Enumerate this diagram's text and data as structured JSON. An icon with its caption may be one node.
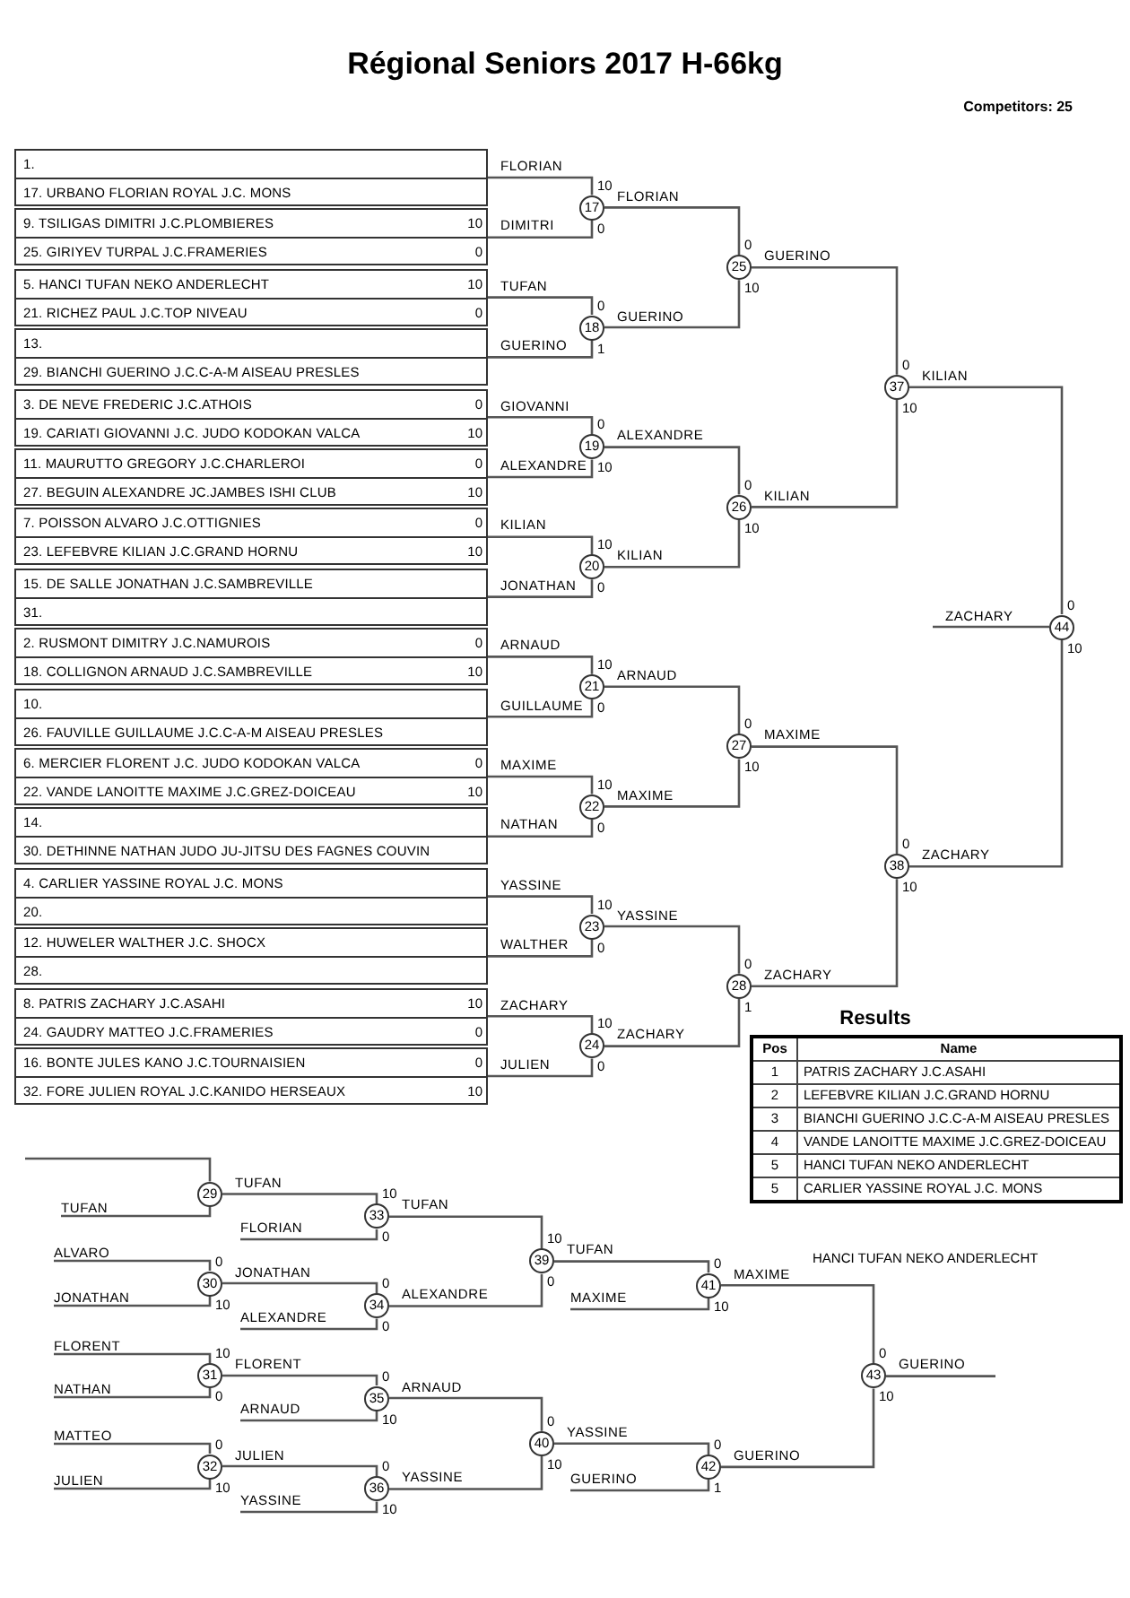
{
  "diagram": {
    "title": "Régional Seniors 2017 H-66kg",
    "nodes": [
      {
        "text": [
          "1.",
          "17. URBANO FLORIAN ROYAL J.C. MONS"
        ]
      },
      {
        "text": [
          "9. TSILIGAS DIMITRI J.C.PLOMBIERES",
          "10",
          "25. GIRIYEV TURPAL J.C.FRAMERIES",
          "0"
        ]
      },
      {
        "text": [
          "5. HANCI TUFAN NEKO ANDERLECHT",
          "10",
          "21. RICHEZ PAUL J.C.TOP NIVEAU",
          "0"
        ]
      },
      {
        "text": [
          "13.",
          "29. BIANCHI GUERINO J.C.C-A-M AISEAU PRESLES"
        ]
      },
      {
        "text": [
          "3. DE NEVE FREDERIC J.C.ATHOIS",
          "0",
          "19. CARIATI GIOVANNI J.C. JUDO KODOKAN VALCA",
          "10"
        ]
      },
      {
        "text": [
          "11. MAURUTTO GREGORY J.C.CHARLEROI",
          "0",
          "27. BEGUIN ALEXANDRE JC.JAMBES ISHI CLUB",
          "10"
        ]
      },
      {
        "text": [
          "7. POISSON ALVARO J.C.OTTIGNIES",
          "0",
          "23. LEFEBVRE KILIAN J.C.GRAND HORNU",
          "10"
        ]
      },
      {
        "text": [
          "15. DE SALLE JONATHAN J.C.SAMBREVILLE",
          "31."
        ]
      },
      {
        "text": [
          "2. RUSMONT DIMITRY J.C.NAMUROIS",
          "0",
          "18. COLLIGNON ARNAUD J.C.SAMBREVILLE",
          "10"
        ]
      },
      {
        "text": [
          "10.",
          "26. FAUVILLE GUILLAUME J.C.C-A-M AISEAU PRESLES"
        ]
      },
      {
        "text": [
          "6. MERCIER FLORENT J.C. JUDO KODOKAN VALCA",
          "0",
          "22. VANDE LANOITTE MAXIME J.C.GREZ-DOICEAU",
          "10"
        ]
      },
      {
        "text": [
          "14.",
          "30. DETHINNE NATHAN JUDO JU-JITSU DES FAGNES COUVIN"
        ]
      },
      {
        "text": [
          "4. CARLIER YASSINE ROYAL J.C. MONS",
          "20."
        ]
      },
      {
        "text": [
          "12. HUWELER WALTHER J.C. SHOCX",
          "28."
        ]
      },
      {
        "text": [
          "8. PATRIS ZACHARY J.C.ASAHI",
          "10",
          "24. GAUDRY MATTEO J.C.FRAMERIES",
          "0"
        ]
      },
      {
        "text": [
          "16. BONTE JULES KANO J.C.TOURNAISIEN",
          "0",
          "32. FORE JULIEN ROYAL J.C.KANIDO HERSEAUX",
          "10"
        ]
      },
      {
        "text": [
          "17"
        ],
        "beside": [
          "10",
          "0"
        ]
      },
      {
        "text": [
          "18"
        ],
        "beside": [
          "0",
          "1"
        ]
      },
      {
        "text": [
          "19"
        ],
        "beside": [
          "0",
          "10"
        ]
      },
      {
        "text": [
          "20"
        ],
        "beside": [
          "10",
          "0"
        ]
      },
      {
        "text": [
          "21"
        ],
        "beside": [
          "10",
          "0"
        ]
      },
      {
        "text": [
          "22"
        ],
        "beside": [
          "10",
          "0"
        ]
      },
      {
        "text": [
          "23"
        ],
        "beside": [
          "10",
          "0"
        ]
      },
      {
        "text": [
          "24"
        ],
        "beside": [
          "10",
          "0"
        ]
      },
      {
        "text": [
          "25"
        ],
        "beside": [
          "0",
          "10"
        ]
      },
      {
        "text": [
          "26"
        ],
        "beside": [
          "0",
          "10"
        ]
      },
      {
        "text": [
          "27"
        ],
        "beside": [
          "0",
          "10"
        ]
      },
      {
        "text": [
          "28"
        ],
        "beside": [
          "0",
          "1"
        ]
      },
      {
        "text": [
          "37"
        ],
        "beside": [
          "0",
          "10"
        ]
      },
      {
        "text": [
          "38"
        ],
        "beside": [
          "0",
          "10"
        ]
      },
      {
        "text": [
          "44"
        ],
        "beside": [
          "0",
          "10"
        ]
      },
      {
        "text": [
          "TUFAN"
        ]
      },
      {
        "text": [
          "ALVARO"
        ]
      },
      {
        "text": [
          "JONATHAN"
        ]
      },
      {
        "text": [
          "FLORENT"
        ]
      },
      {
        "text": [
          "NATHAN"
        ]
      },
      {
        "text": [
          "MATTEO"
        ]
      },
      {
        "text": [
          "JULIEN"
        ]
      },
      {
        "text": [
          "29"
        ]
      },
      {
        "text": [
          "30"
        ],
        "beside": [
          "0",
          "10"
        ]
      },
      {
        "text": [
          "31"
        ],
        "beside": [
          "10",
          "0"
        ]
      },
      {
        "text": [
          "32"
        ],
        "beside": [
          "0",
          "10"
        ]
      },
      {
        "text": [
          "FLORIAN"
        ]
      },
      {
        "text": [
          "ALEXANDRE"
        ]
      },
      {
        "text": [
          "ARNAUD"
        ]
      },
      {
        "text": [
          "YASSINE"
        ]
      },
      {
        "text": [
          "33"
        ],
        "beside": [
          "10",
          "0"
        ]
      },
      {
        "text": [
          "34"
        ],
        "beside": [
          "0",
          "0"
        ]
      },
      {
        "text": [
          "35"
        ],
        "beside": [
          "0",
          "10"
        ]
      },
      {
        "text": [
          "36"
        ],
        "beside": [
          "0",
          "10"
        ]
      },
      {
        "text": [
          "39"
        ],
        "beside": [
          "10",
          "0"
        ]
      },
      {
        "text": [
          "40"
        ],
        "beside": [
          "0",
          "10"
        ]
      },
      {
        "text": [
          "MAXIME"
        ]
      },
      {
        "text": [
          "GUERINO"
        ]
      },
      {
        "text": [
          "41"
        ],
        "beside": [
          "0",
          "10"
        ]
      },
      {
        "text": [
          "42"
        ],
        "beside": [
          "0",
          "1"
        ]
      },
      {
        "text": [
          "43"
        ],
        "beside": [
          "0",
          "10"
        ]
      }
    ],
    "edges": [
      {
        "from": 0,
        "to": 16,
        "arrow": "none",
        "label": "FLORIAN"
      },
      {
        "from": 1,
        "to": 16,
        "arrow": "none",
        "label": "DIMITRI"
      },
      {
        "from": 2,
        "to": 17,
        "arrow": "none",
        "label": "TUFAN"
      },
      {
        "from": 3,
        "to": 17,
        "arrow": "none",
        "label": "GUERINO"
      },
      {
        "from": 4,
        "to": 18,
        "arrow": "none",
        "label": "GIOVANNI"
      },
      {
        "from": 5,
        "to": 18,
        "arrow": "none",
        "label": "ALEXANDRE"
      },
      {
        "from": 6,
        "to": 19,
        "arrow": "none",
        "label": "KILIAN"
      },
      {
        "from": 7,
        "to": 19,
        "arrow": "none",
        "label": "JONATHAN"
      },
      {
        "from": 8,
        "to": 20,
        "arrow": "none",
        "label": "ARNAUD"
      },
      {
        "from": 9,
        "to": 20,
        "arrow": "none",
        "label": "GUILLAUME"
      },
      {
        "from": 10,
        "to": 21,
        "arrow": "none",
        "label": "MAXIME"
      },
      {
        "from": 11,
        "to": 21,
        "arrow": "none",
        "label": "NATHAN"
      },
      {
        "from": 12,
        "to": 22,
        "arrow": "none",
        "label": "YASSINE"
      },
      {
        "from": 13,
        "to": 22,
        "arrow": "none",
        "label": "WALTHER"
      },
      {
        "from": 14,
        "to": 23,
        "arrow": "none",
        "label": "ZACHARY"
      },
      {
        "from": 15,
        "to": 23,
        "arrow": "none",
        "label": "JULIEN"
      },
      {
        "from": 16,
        "to": 24,
        "arrow": "none",
        "label": "FLORIAN"
      },
      {
        "from": 17,
        "to": 24,
        "arrow": "none",
        "label": "GUERINO"
      },
      {
        "from": 18,
        "to": 25,
        "arrow": "none",
        "label": "ALEXANDRE"
      },
      {
        "from": 19,
        "to": 25,
        "arrow": "none",
        "label": "KILIAN"
      },
      {
        "from": 20,
        "to": 26,
        "arrow": "none",
        "label": "ARNAUD"
      },
      {
        "from": 21,
        "to": 26,
        "arrow": "none",
        "label": "MAXIME"
      },
      {
        "from": 22,
        "to": 27,
        "arrow": "none",
        "label": "YASSINE"
      },
      {
        "from": 23,
        "to": 27,
        "arrow": "none",
        "label": "ZACHARY"
      },
      {
        "from": 24,
        "to": 28,
        "arrow": "none",
        "label": "GUERINO"
      },
      {
        "from": 25,
        "to": 28,
        "arrow": "none",
        "label": "KILIAN"
      },
      {
        "from": 26,
        "to": 29,
        "arrow": "none",
        "label": "MAXIME"
      },
      {
        "from": 27,
        "to": 29,
        "arrow": "none",
        "label": "ZACHARY"
      },
      {
        "from": 28,
        "to": 30,
        "arrow": "none",
        "label": "KILIAN"
      },
      {
        "from": 29,
        "to": 30,
        "arrow": "none",
        "label": "ZACHARY"
      },
      {
        "from": 30,
        "to": null,
        "arrow": "none",
        "label": "ZACHARY"
      },
      {
        "from": null,
        "to": 38,
        "arrow": "none"
      },
      {
        "from": 31,
        "to": 38,
        "arrow": "none"
      },
      {
        "from": 32,
        "to": 39,
        "arrow": "none"
      },
      {
        "from": 33,
        "to": 39,
        "arrow": "none"
      },
      {
        "from": 34,
        "to": 40,
        "arrow": "none"
      },
      {
        "from": 35,
        "to": 40,
        "arrow": "none"
      },
      {
        "from": 36,
        "to": 41,
        "arrow": "none"
      },
      {
        "from": 37,
        "to": 41,
        "arrow": "none"
      },
      {
        "from": 38,
        "to": 46,
        "arrow": "none",
        "label": "TUFAN"
      },
      {
        "from": 42,
        "to": 46,
        "arrow": "none"
      },
      {
        "from": 39,
        "to": 47,
        "arrow": "none",
        "label": "JONATHAN"
      },
      {
        "from": 43,
        "to": 47,
        "arrow": "none"
      },
      {
        "from": 40,
        "to": 48,
        "arrow": "none",
        "label": "FLORENT"
      },
      {
        "from": 44,
        "to": 48,
        "arrow": "none"
      },
      {
        "from": 41,
        "to": 49,
        "arrow": "none",
        "label": "JULIEN"
      },
      {
        "from": 45,
        "to": 49,
        "arrow": "none"
      },
      {
        "from": 46,
        "to": 50,
        "arrow": "none",
        "label": "TUFAN"
      },
      {
        "from": 47,
        "to": 50,
        "arrow": "none",
        "label": "ALEXANDRE"
      },
      {
        "from": 48,
        "to": 51,
        "arrow": "none",
        "label": "ARNAUD"
      },
      {
        "from": 49,
        "to": 51,
        "arrow": "none",
        "label": "YASSINE"
      },
      {
        "from": 50,
        "to": 54,
        "arrow": "none",
        "label": "TUFAN"
      },
      {
        "from": 52,
        "to": 54,
        "arrow": "none"
      },
      {
        "from": 51,
        "to": 55,
        "arrow": "none",
        "label": "YASSINE"
      },
      {
        "from": 53,
        "to": 55,
        "arrow": "none"
      },
      {
        "from": 54,
        "to": 56,
        "arrow": "none",
        "label": "MAXIME"
      },
      {
        "from": 55,
        "to": 56,
        "arrow": "none",
        "label": "GUERINO"
      },
      {
        "from": 56,
        "to": null,
        "arrow": "none",
        "label": "GUERINO"
      }
    ],
    "labels": [
      "Competitors: 25",
      "Results",
      "Pos",
      "Name",
      "1",
      "PATRIS ZACHARY J.C.ASAHI",
      "2",
      "LEFEBVRE KILIAN J.C.GRAND HORNU",
      "3",
      "BIANCHI GUERINO J.C.C-A-M AISEAU PRESLES",
      "4",
      "VANDE LANOITTE MAXIME J.C.GREZ-DOICEAU",
      "5",
      "HANCI TUFAN NEKO ANDERLECHT",
      "5",
      "CARLIER YASSINE ROYAL J.C. MONS",
      "HANCI TUFAN NEKO ANDERLECHT"
    ]
  }
}
